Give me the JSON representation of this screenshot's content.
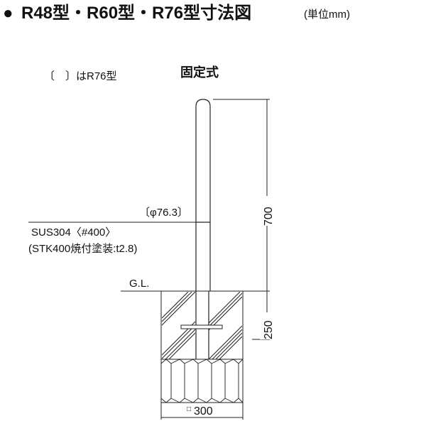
{
  "title": {
    "bullet": "●",
    "main": "R48型・R60型・R76型寸法図",
    "unit": "(単位mm)"
  },
  "legend_note": "〔　〕はR76型",
  "type_label": "固定式",
  "diameter_label": "〔φ76.3〕",
  "material_line1": "SUS304〈#400〉",
  "material_line2": "(STK400焼付塗装:t2.8)",
  "ground_label": "G.L.",
  "dim_height": "700",
  "dim_depth": "250",
  "dim_width_symbol": "□",
  "dim_width": "300"
}
